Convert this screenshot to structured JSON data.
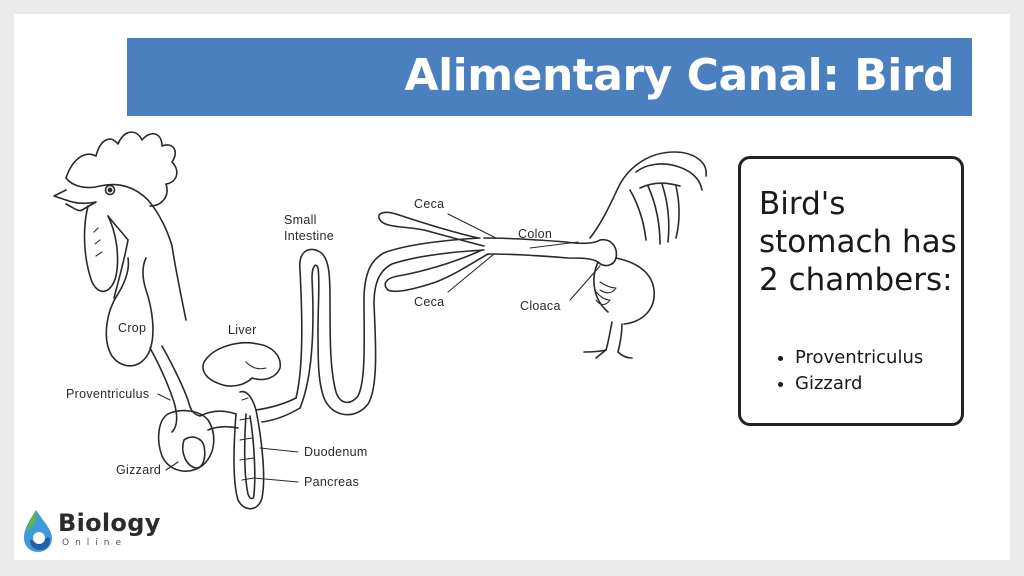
{
  "header": {
    "title": "Alimentary Canal: Bird"
  },
  "diagram": {
    "labels": {
      "crop": "Crop",
      "proventriculus": "Proventriculus",
      "gizzard": "Gizzard",
      "liver": "Liver",
      "small_intestine_line1": "Small",
      "small_intestine_line2": "Intestine",
      "duodenum": "Duodenum",
      "pancreas": "Pancreas",
      "ceca_top": "Ceca",
      "ceca_bottom": "Ceca",
      "colon": "Colon",
      "cloaca": "Cloaca"
    }
  },
  "info_box": {
    "heading": "Bird's stomach has 2 chambers:",
    "items": [
      "Proventriculus",
      "Gizzard"
    ]
  },
  "logo": {
    "name": "Biology",
    "sub": "Online",
    "icon": "water-drop-icon",
    "colors": [
      "#1e5fa8",
      "#3f9ad8",
      "#5fb547"
    ]
  },
  "colors": {
    "title_bar": "#4a7fc0",
    "title_text": "#ffffff",
    "line_art": "#2a2a2a"
  }
}
